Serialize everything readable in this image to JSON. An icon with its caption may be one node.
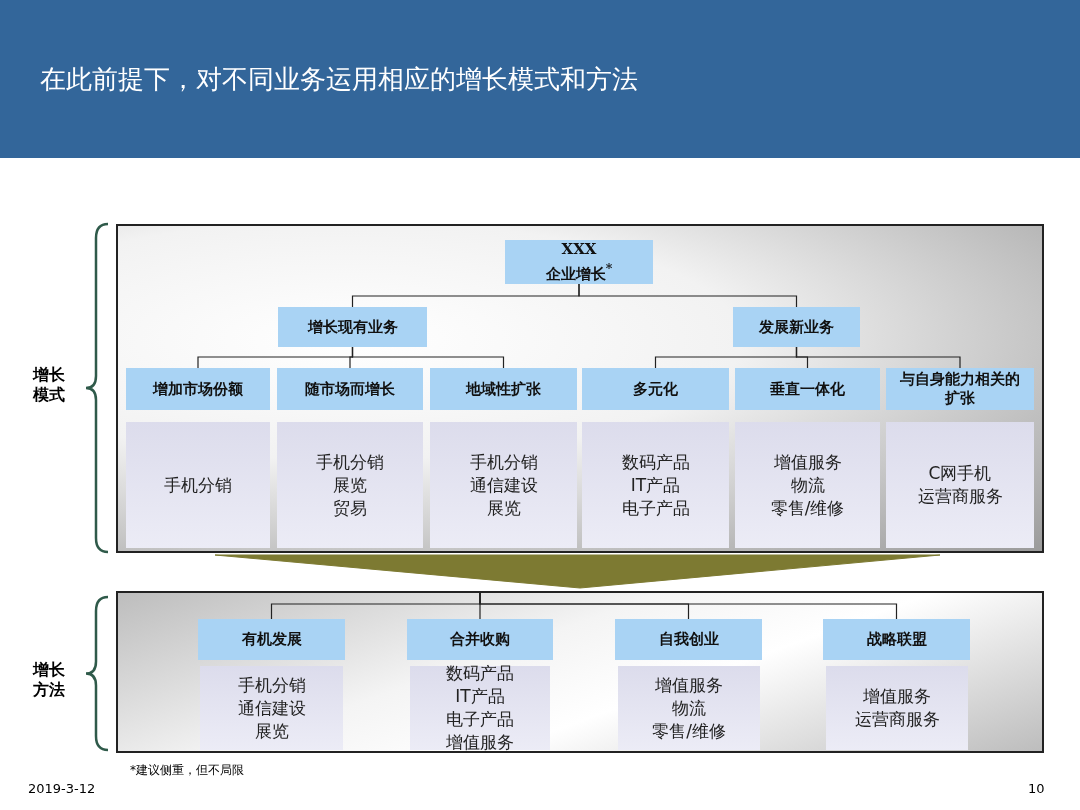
{
  "diagram": {
    "title": "在此前提下，对不同业务运用相应的增长模式和方法",
    "nodes": [
      {
        "text": [],
        "shape": "box"
      },
      {
        "text": [
          "XXX",
          "企业增长$^{*}$"
        ],
        "in": 0
      },
      {
        "text": [
          "增长现有业务"
        ],
        "in": 0
      },
      {
        "text": [
          "发展新业务"
        ],
        "in": 0
      },
      {
        "text": [
          "增加市场份额"
        ],
        "in": 0
      },
      {
        "text": [
          "随市场而增长"
        ],
        "in": 0
      },
      {
        "text": [
          "地域性扩张"
        ],
        "in": 0
      },
      {
        "text": [
          "多元化"
        ],
        "in": 0
      },
      {
        "text": [
          "垂直一体化"
        ],
        "in": 0
      },
      {
        "text": [
          "与自身能力相关的扩张"
        ],
        "in": 0
      },
      {
        "text": [
          "手机分销"
        ],
        "in": 0
      },
      {
        "text": [
          "手机分销",
          "展览",
          "贸易"
        ],
        "in": 0
      },
      {
        "text": [
          "手机分销",
          "通信建设",
          "展览"
        ],
        "in": 0
      },
      {
        "text": [
          "数码产品",
          "IT产品",
          "电子产品"
        ],
        "in": 0
      },
      {
        "text": [
          "增值服务",
          "物流",
          "零售/维修"
        ],
        "in": 0
      },
      {
        "text": [
          "C网手机",
          "运营商服务"
        ],
        "in": 0
      },
      {
        "text": [],
        "shape": "box"
      },
      {
        "text": [
          "有机发展"
        ],
        "in": 16
      },
      {
        "text": [
          "合并收购"
        ],
        "in": 16
      },
      {
        "text": [
          "自我创业"
        ],
        "in": 16
      },
      {
        "text": [
          "战略联盟"
        ],
        "in": 16
      },
      {
        "text": [
          "手机分销",
          "通信建设",
          "展览"
        ],
        "in": 16
      },
      {
        "text": [
          "数码产品",
          "IT产品",
          "电子产品",
          "增值服务"
        ],
        "in": 16
      },
      {
        "text": [
          "增值服务",
          "物流",
          "零售/维修"
        ],
        "in": 16
      },
      {
        "text": [
          "增值服务",
          "运营商服务"
        ],
        "in": 16
      }
    ],
    "edges": [
      {
        "from": 1,
        "to": 2,
        "arrow": "none"
      },
      {
        "from": 1,
        "to": 3,
        "arrow": "none"
      },
      {
        "from": 2,
        "to": 4,
        "arrow": "none"
      },
      {
        "from": 2,
        "to": 5,
        "arrow": "none"
      },
      {
        "from": 2,
        "to": 6,
        "arrow": "none"
      },
      {
        "from": 3,
        "to": 7,
        "arrow": "none"
      },
      {
        "from": 3,
        "to": 8,
        "arrow": "none"
      },
      {
        "from": 3,
        "to": 9,
        "arrow": "none"
      },
      {
        "from": 0,
        "to": 16,
        "arrow": "to",
        "style": "thick",
        "color": "#7d7a32"
      },
      {
        "from": 16,
        "to": 17,
        "arrow": "none"
      },
      {
        "from": 16,
        "to": 18,
        "arrow": "none"
      },
      {
        "from": 16,
        "to": 19,
        "arrow": "none"
      },
      {
        "from": 16,
        "to": 20,
        "arrow": "none"
      }
    ],
    "labels": [
      "增长模式",
      "增长方法",
      "*建议侧重，但不局限",
      "2019-3-12",
      "10"
    ]
  }
}
